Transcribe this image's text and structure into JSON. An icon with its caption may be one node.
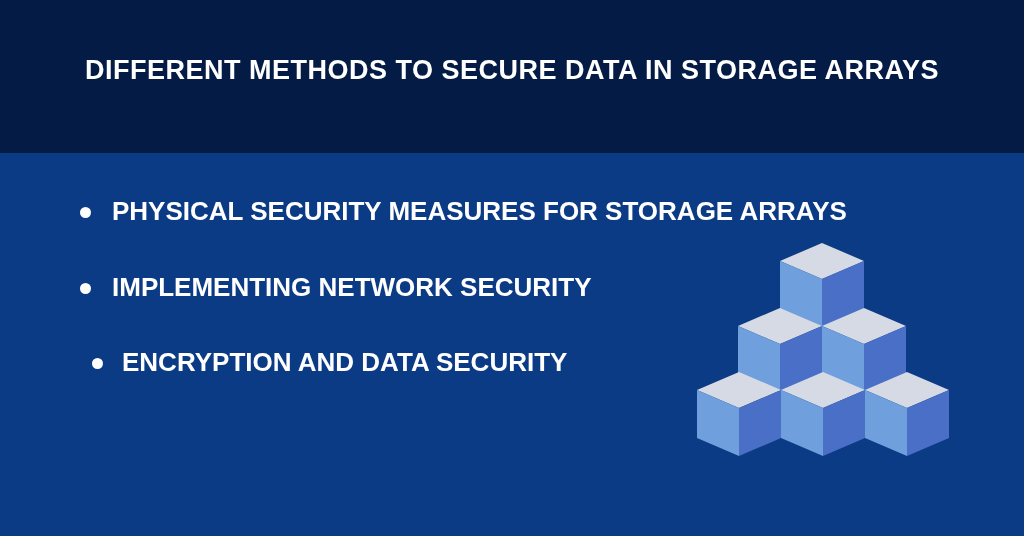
{
  "diagram": {
    "title": "DIFFERENT METHODS TO SECURE DATA IN STORAGE ARRAYS",
    "labels": [
      "PHYSICAL SECURITY MEASURES FOR STORAGE ARRAYS",
      "IMPLEMENTING NETWORK SECURITY",
      "ENCRYPTION AND DATA SECURITY"
    ]
  }
}
